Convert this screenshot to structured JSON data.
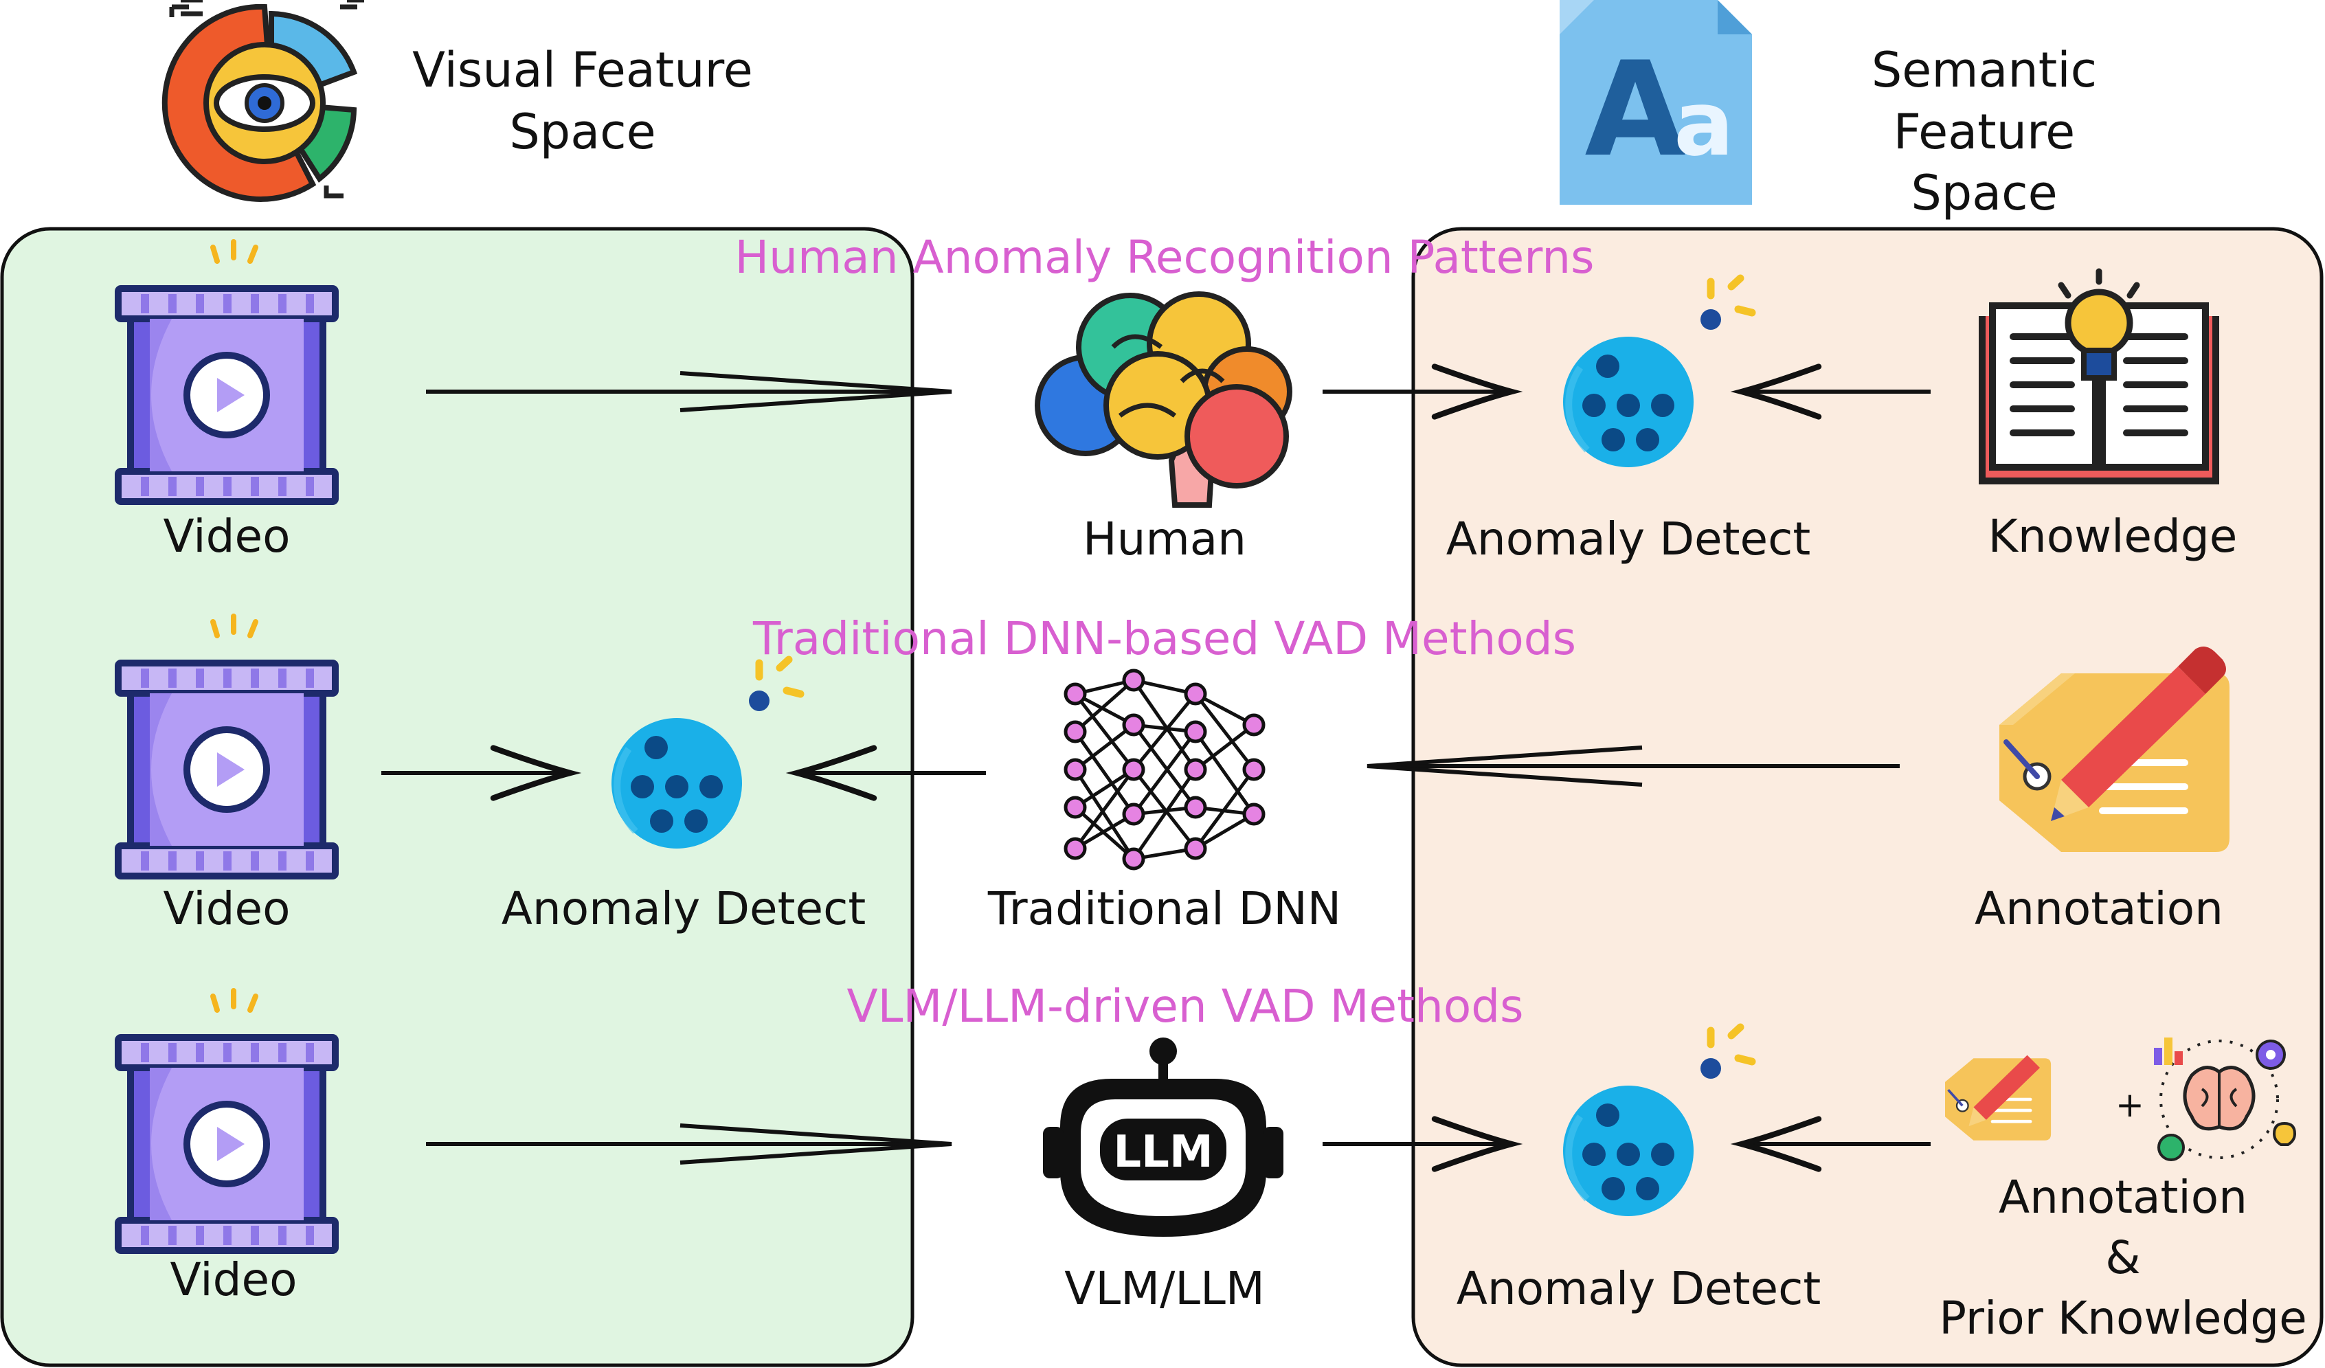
{
  "headers": {
    "visual": [
      "Visual Feature",
      "Space"
    ],
    "semantic": [
      "Semantic",
      "Feature Space"
    ]
  },
  "sections": {
    "human": "Human Anomaly Recognition Patterns",
    "traditional": "Traditional DNN-based VAD Methods",
    "vlm": "VLM/LLM-driven VAD Methods"
  },
  "row1": {
    "video": "Video",
    "human": "Human",
    "detect": "Anomaly Detect",
    "knowledge": "Knowledge"
  },
  "row2": {
    "video": "Video",
    "detect": "Anomaly Detect",
    "dnn": "Traditional DNN",
    "annotation": "Annotation"
  },
  "row3": {
    "video": "Video",
    "vlm": "VLM/LLM",
    "llm_badge": "LLM",
    "detect": "Anomaly Detect",
    "annotation": "Annotation",
    "amp": "&",
    "prior": "Prior Knowledge",
    "plus": "+"
  },
  "icons": {
    "visual_space": "chart-eye-icon",
    "semantic_space": "font-aa-icon",
    "video": "video-film-icon",
    "human": "brain-icon",
    "detect": "anomaly-dot-icon",
    "knowledge": "book-lightbulb-icon",
    "dnn": "neural-network-icon",
    "annotation": "tag-pencil-icon",
    "vlm": "robot-llm-icon",
    "prior": "brain-gear-icon"
  },
  "colors": {
    "visual_panel": "#e0f5e1",
    "semantic_panel": "#fbece0",
    "section_text": "#d85fd0",
    "detect_fill": "#1ab0e8",
    "video_purple": "#a98cf0"
  }
}
